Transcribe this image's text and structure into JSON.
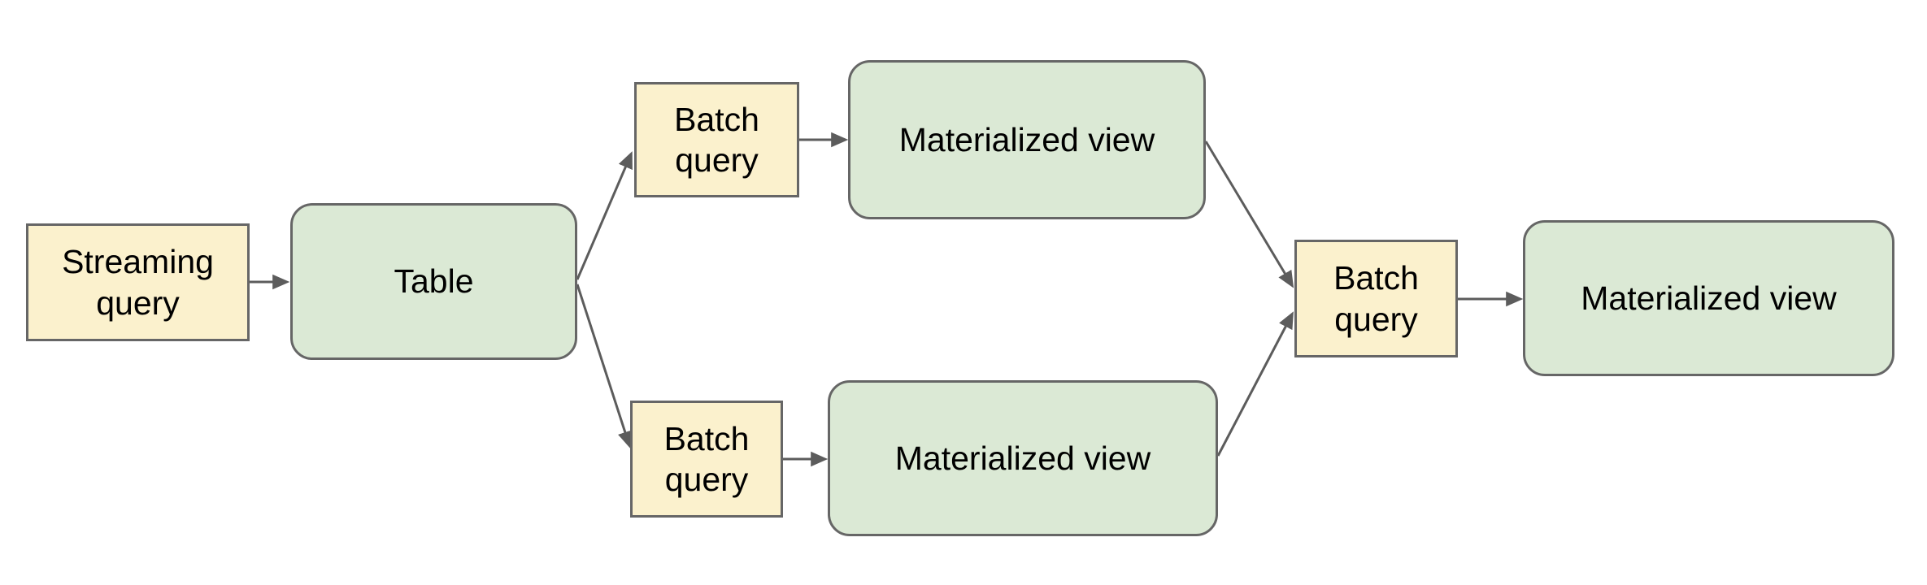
{
  "diagram": {
    "colors": {
      "background": "#ffffff",
      "query_fill": "#fbf1cd",
      "view_fill": "#dbe9d5",
      "node_border": "#666666",
      "arrow": "#5c5c5c",
      "text": "#000000"
    },
    "nodes": [
      {
        "id": "streaming-query",
        "label": "Streaming query",
        "kind": "streaming-query"
      },
      {
        "id": "table",
        "label": "Table",
        "kind": "table"
      },
      {
        "id": "batch-query-top",
        "label": "Batch query",
        "kind": "batch-query"
      },
      {
        "id": "materialized-view-top",
        "label": "Materialized view",
        "kind": "materialized-view"
      },
      {
        "id": "batch-query-bottom",
        "label": "Batch query",
        "kind": "batch-query"
      },
      {
        "id": "materialized-view-bottom",
        "label": "Materialized view",
        "kind": "materialized-view"
      },
      {
        "id": "batch-query-merge",
        "label": "Batch query",
        "kind": "batch-query"
      },
      {
        "id": "materialized-view-final",
        "label": "Materialized view",
        "kind": "materialized-view"
      }
    ],
    "edges": [
      {
        "from": "streaming-query",
        "to": "table"
      },
      {
        "from": "table",
        "to": "batch-query-top"
      },
      {
        "from": "table",
        "to": "batch-query-bottom"
      },
      {
        "from": "batch-query-top",
        "to": "materialized-view-top"
      },
      {
        "from": "batch-query-bottom",
        "to": "materialized-view-bottom"
      },
      {
        "from": "materialized-view-top",
        "to": "batch-query-merge"
      },
      {
        "from": "materialized-view-bottom",
        "to": "batch-query-merge"
      },
      {
        "from": "batch-query-merge",
        "to": "materialized-view-final"
      }
    ]
  }
}
